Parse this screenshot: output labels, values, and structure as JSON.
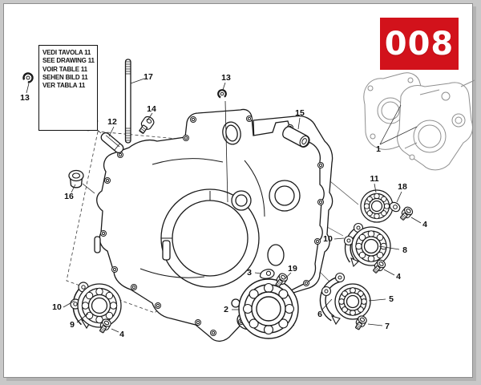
{
  "page": {
    "badge_number": "008",
    "colors": {
      "badge_bg": "#d2121b",
      "paper": "#ffffff",
      "backdrop": "#c8c8c8",
      "ink": "#1a1a1a",
      "thumbnail_ink": "#8f8f8f"
    }
  },
  "reference_box": {
    "lines": [
      "VEDI TAVOLA 11",
      "SEE DRAWING 11",
      "VOIR TABLE 11",
      "SEHEN BILD 11",
      "VER TABLA 11"
    ]
  },
  "callouts": {
    "c1": "1",
    "c2": "2",
    "c3": "3",
    "c4a": "4",
    "c4b": "4",
    "c4c": "4",
    "c5": "5",
    "c6": "6",
    "c7": "7",
    "c8": "8",
    "c9": "9",
    "c10a": "10",
    "c10b": "10",
    "c11": "11",
    "c12": "12",
    "c13a": "13",
    "c13b": "13",
    "c14": "14",
    "c15": "15",
    "c16": "16",
    "c17": "17",
    "c18": "18",
    "c19": "19"
  }
}
